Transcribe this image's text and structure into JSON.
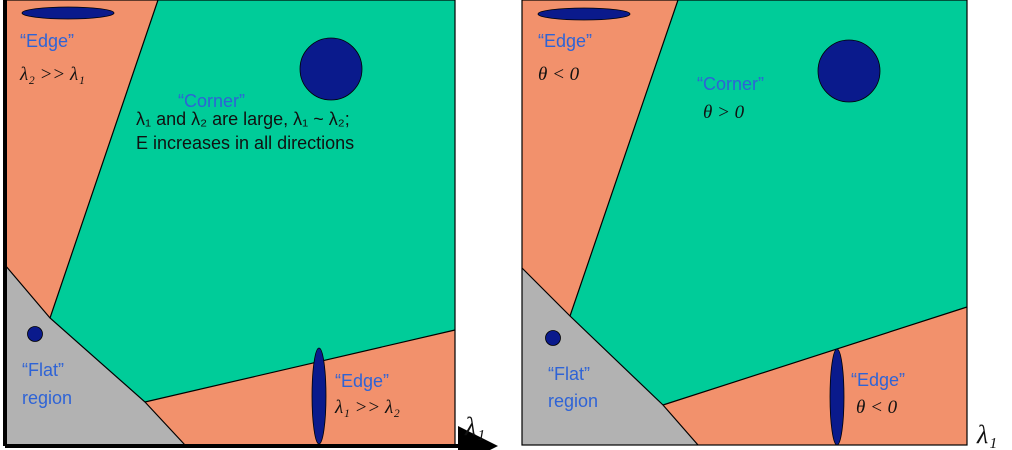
{
  "colors": {
    "edge_region": "#F2916C",
    "corner_region": "#00CC99",
    "flat_region": "#B2B2B2",
    "ellipse": "#0A1A8C",
    "label_blue": "#2E63D6",
    "text_black": "#111111"
  },
  "left_panel": {
    "edge_top_label": "“Edge”",
    "edge_top_condition": "λ₂ >> λ₁",
    "corner_label": "“Corner”",
    "corner_line1": "λ₁ and λ₂ are large,  λ₁ ~ λ₂;",
    "corner_line2": "E increases in all directions",
    "flat_label": "“Flat”",
    "flat_label2": "region",
    "edge_bottom_label": "“Edge”",
    "edge_bottom_condition": "λ₁ >> λ₂",
    "x_axis_label": "λ₁"
  },
  "right_panel": {
    "edge_top_label": "“Edge”",
    "edge_top_condition": "θ < 0",
    "corner_label": "“Corner”",
    "corner_condition": "θ > 0",
    "flat_label": "“Flat”",
    "flat_label2": "region",
    "edge_bottom_label": "“Edge”",
    "edge_bottom_condition": "θ < 0",
    "x_axis_label": "λ₁"
  }
}
